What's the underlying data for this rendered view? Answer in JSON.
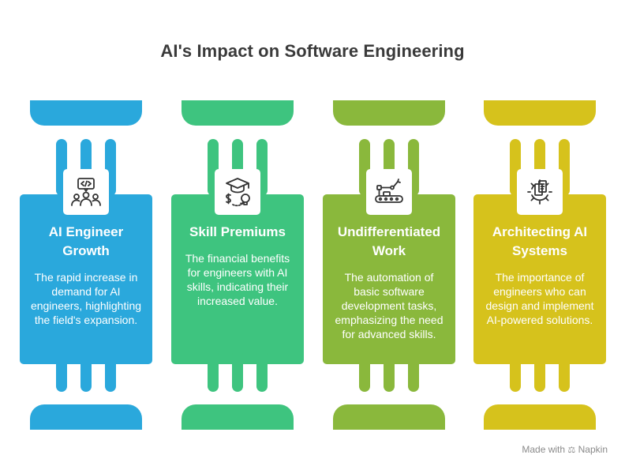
{
  "title": "AI's Impact on Software Engineering",
  "columns": [
    {
      "heading": "AI Engineer Growth",
      "description": "The rapid increase in demand for AI engineers, highlighting the field's expansion.",
      "icon": "developer-team-icon",
      "color": "#2aa8dc",
      "dark": "#1f8fc4"
    },
    {
      "heading": "Skill Premiums",
      "description": "The financial benefits for engineers with AI skills, indicating their increased value.",
      "icon": "graduation-money-idea-icon",
      "color": "#3ec47f",
      "dark": "#2fae6a"
    },
    {
      "heading": "Undifferentiated Work",
      "description": "The automation of basic software development tasks, emphasizing the need for advanced skills.",
      "icon": "robotic-arm-conveyor-icon",
      "color": "#8ab83c",
      "dark": "#78a431"
    },
    {
      "heading": "Architecting AI Systems",
      "description": "The importance of engineers who can design and implement AI-powered solutions.",
      "icon": "gear-blueprint-icon",
      "color": "#d6c21c",
      "dark": "#c2ae12"
    }
  ],
  "footer": {
    "text": "Made with",
    "brand": "Napkin"
  }
}
